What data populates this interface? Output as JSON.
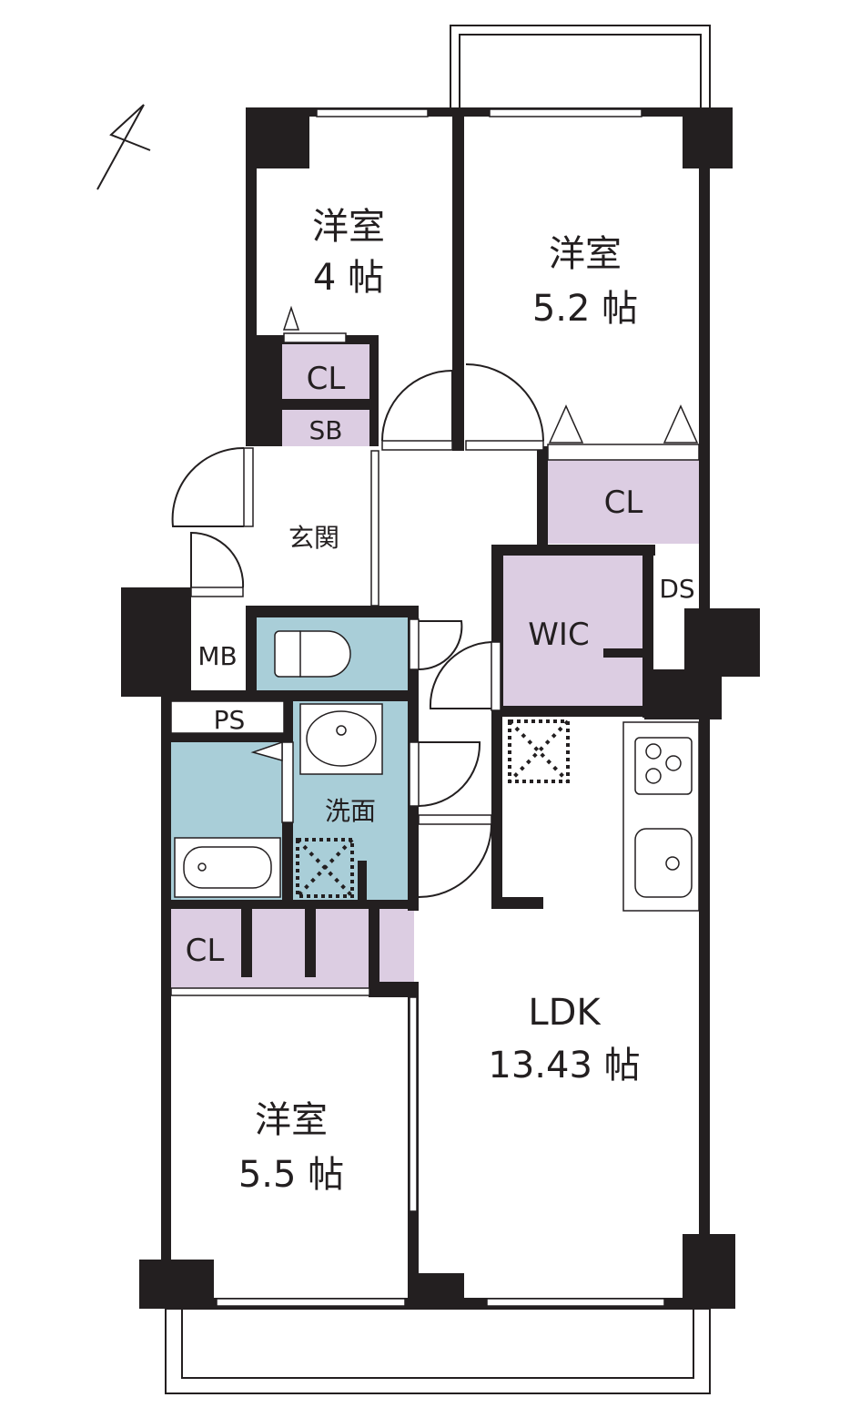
{
  "colors": {
    "wall": "#231f20",
    "wet_area": "#a9ced8",
    "storage": "#dccde2"
  },
  "compass": {
    "icon": "north-arrow-icon"
  },
  "rooms": {
    "western_4": {
      "name": "洋室",
      "size": "4 帖"
    },
    "western_52": {
      "name": "洋室",
      "size": "5.2 帖"
    },
    "western_55": {
      "name": "洋室",
      "size": "5.5 帖"
    },
    "ldk": {
      "name": "LDK",
      "size": "13.43 帖"
    },
    "entrance": "玄関",
    "washroom": "洗面",
    "cl_top": "CL",
    "sb": "SB",
    "cl_right": "CL",
    "cl_bottom": "CL",
    "wic": "WIC",
    "ds": "DS",
    "mb": "MB",
    "ps": "PS"
  }
}
